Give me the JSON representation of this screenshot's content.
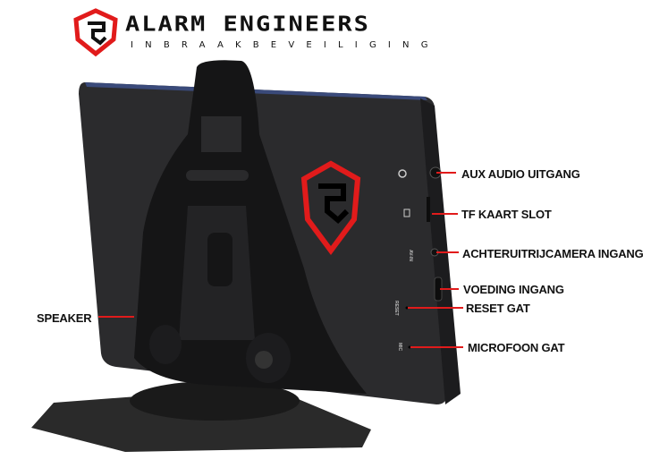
{
  "brand": {
    "name": "ALARM ENGINEERS",
    "tagline": "INBRAAKBEVEILIGING",
    "accent": "#e11b1b"
  },
  "device_markings": {
    "av_in": "AV-IN",
    "reset": "RESET",
    "mic": "MIC"
  },
  "callouts": [
    {
      "id": "aux",
      "label": "AUX AUDIO UITGANG"
    },
    {
      "id": "tf",
      "label": "TF KAART SLOT"
    },
    {
      "id": "camera",
      "label": "ACHTERUITRIJCAMERA INGANG"
    },
    {
      "id": "power",
      "label": "VOEDING INGANG"
    },
    {
      "id": "reset",
      "label": "RESET GAT"
    },
    {
      "id": "mic",
      "label": "MICROFOON GAT"
    },
    {
      "id": "speaker",
      "label": "SPEAKER"
    }
  ]
}
